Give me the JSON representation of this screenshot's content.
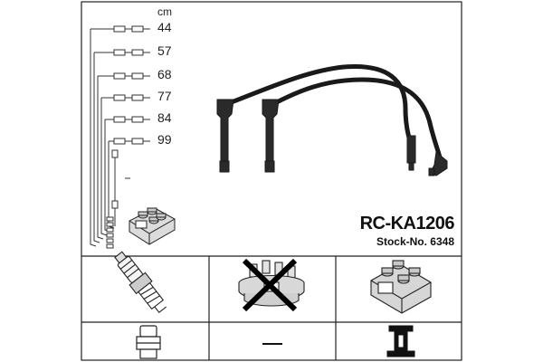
{
  "unit": "cm",
  "lengths": [
    "44",
    "57",
    "68",
    "77",
    "84",
    "99"
  ],
  "part_number": "RC-KA1206",
  "stock_number": "Stock-No. 6348",
  "icons": {
    "cable_set": "ignition-cable-set-icon",
    "coil_small": "ignition-coil-icon",
    "spark_plug": "spark-plug-icon",
    "distributor_cap_crossed": "distributor-cap-crossed-icon",
    "coil_large": "ignition-coil-icon",
    "plug_connector": "plug-connector-icon",
    "dash": "dash-icon",
    "coil_connector": "coil-connector-icon"
  },
  "colors": {
    "line": "#222222",
    "background": "#ffffff"
  }
}
